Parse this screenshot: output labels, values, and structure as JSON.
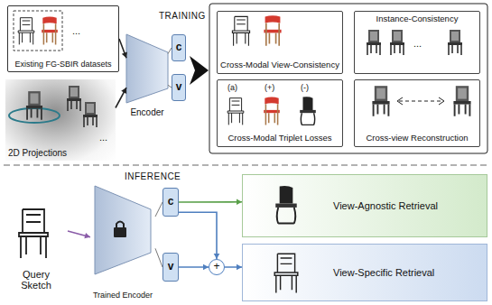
{
  "diagram": {
    "nodes": [
      {
        "text": [
          "Existing FG-SBIR datasets"
        ]
      },
      {
        "text": [
          "2D Projections"
        ]
      },
      {
        "text": [
          "Encoder"
        ]
      },
      {
        "text": [
          "c"
        ]
      },
      {
        "text": [
          "v"
        ]
      },
      {
        "text": [
          "Cross-Modal View-Consistency"
        ]
      },
      {
        "text": [
          "Instance-Consistency"
        ]
      },
      {
        "text": [
          "Cross-Modal Triplet Losses"
        ]
      },
      {
        "text": [
          "Cross-view Reconstruction"
        ]
      },
      {
        "text": [
          "Query Sketch"
        ]
      },
      {
        "text": [
          "Trained Encoder"
        ]
      },
      {
        "text": [
          "c"
        ]
      },
      {
        "text": [
          "v"
        ]
      },
      {
        "text": [
          "+"
        ]
      },
      {
        "text": [
          "View-Agnostic Retrieval"
        ]
      },
      {
        "text": [
          "View-Specific Retrieval"
        ]
      }
    ],
    "edges": [
      {
        "from": 0,
        "to": 2,
        "arrow": "to"
      },
      {
        "from": 1,
        "to": 2,
        "arrow": "to"
      },
      {
        "from": 2,
        "to": 3,
        "arrow": "none"
      },
      {
        "from": 2,
        "to": 4,
        "arrow": "none"
      },
      {
        "from": 9,
        "to": 10,
        "arrow": "to"
      },
      {
        "from": 10,
        "to": 11,
        "arrow": "none"
      },
      {
        "from": 10,
        "to": 12,
        "arrow": "none"
      },
      {
        "from": 11,
        "to": 14,
        "arrow": "to"
      },
      {
        "from": 11,
        "to": 13,
        "arrow": "to"
      },
      {
        "from": 12,
        "to": 13,
        "arrow": "to"
      },
      {
        "from": 13,
        "to": 15,
        "arrow": "to"
      }
    ],
    "labels": [
      "TRAINING",
      "...",
      "...",
      "...",
      "(a)",
      "(+)",
      "(-)",
      "INFERENCE"
    ]
  }
}
